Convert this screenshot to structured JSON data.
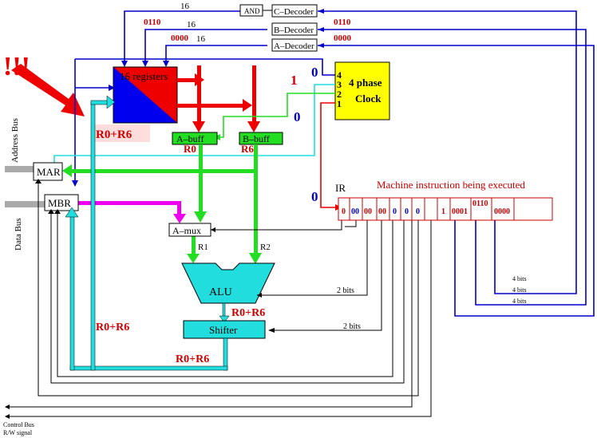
{
  "colors": {
    "red": "#ee0000",
    "blue": "#0000cc",
    "green": "#22dd22",
    "cyan": "#22dddd",
    "magenta": "#ee00ee",
    "yellow": "#ffff00"
  },
  "alert": {
    "marks": "!!!"
  },
  "decoders": {
    "and_label": "AND",
    "c": "C–Decoder",
    "b": "B–Decoder",
    "a": "A–Decoder",
    "c_width": "16",
    "b_width": "16",
    "a_width": "16",
    "b_value": "0110",
    "a_value": "0000",
    "b_code": "0110",
    "a_code": "0000"
  },
  "registers": {
    "label": "16 registers",
    "sum_label": "R0+R6"
  },
  "clock": {
    "label_line1": "4 phase",
    "label_line2": "Clock",
    "phases": [
      "4",
      "3",
      "2",
      "1"
    ],
    "phase4_level": "0",
    "phase3_level": "1",
    "phase2_level": "0",
    "phase1_level": "0"
  },
  "buffers": {
    "a": "A–buff",
    "b": "B–buff",
    "a_value": "R0",
    "b_value": "R6"
  },
  "registers_io": {
    "mar": "MAR",
    "mbr": "MBR"
  },
  "bus_labels": {
    "address": "Address Bus",
    "data": "Data Bus",
    "control_line1": "Control Bus",
    "control_line2": "R/W signal"
  },
  "amux": {
    "label": "A–mux",
    "r1": "R1",
    "r2": "R2"
  },
  "alu": {
    "label": "ALU",
    "result": "R0+R6",
    "ctrl_bits": "2 bits"
  },
  "shifter": {
    "label": "Shifter",
    "ctrl_bits": "2 bits",
    "back_value": "R0+R6",
    "loop_value": "R0+R6"
  },
  "ir": {
    "label": "IR",
    "caption": "Machine instruction being executed",
    "fields": [
      "0",
      "00",
      "00",
      "00",
      "0",
      "0",
      "0",
      "1",
      "0001",
      "0110",
      "0000"
    ],
    "field_widths": [
      "4 bits",
      "4 bits",
      "4 bits"
    ]
  }
}
